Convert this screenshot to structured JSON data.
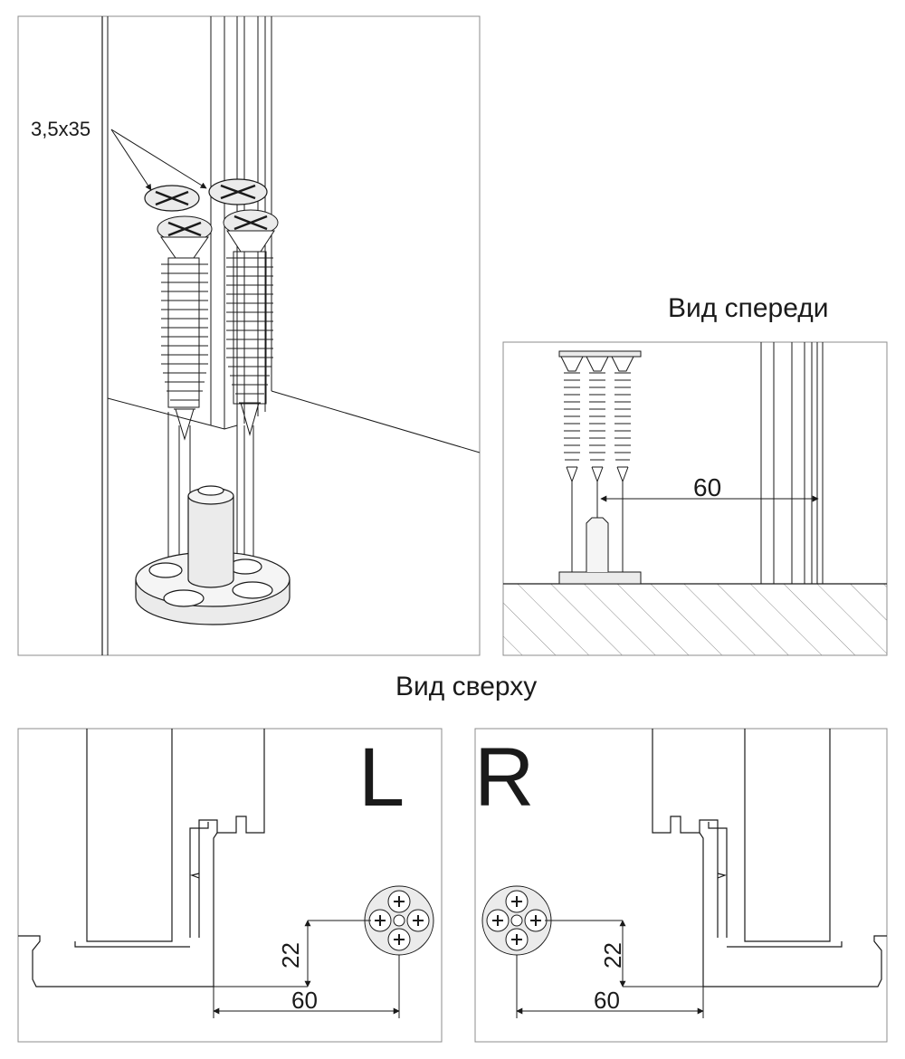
{
  "panels": {
    "iso": {
      "screw_spec": "3,5x35"
    },
    "front": {
      "title": "Вид спереди",
      "dim": "60"
    },
    "top_caption": "Вид сверху",
    "left": {
      "letter": "L",
      "dim_vertical": "22",
      "dim_horizontal": "60"
    },
    "right": {
      "letter": "R",
      "dim_vertical": "22",
      "dim_horizontal": "60"
    }
  },
  "colors": {
    "line": "#1a1a1a",
    "frame": "#8c8c8c",
    "part_fill": "#ebebeb",
    "hatch": "#8c8c8c"
  }
}
